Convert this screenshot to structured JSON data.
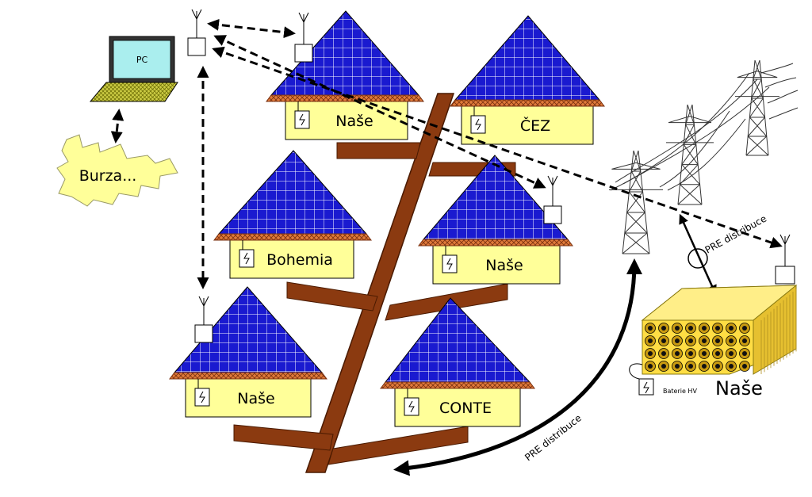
{
  "laptop": {
    "screen_label": "PC"
  },
  "exchange": {
    "label": "Burza..."
  },
  "houses": [
    {
      "label": "Naše"
    },
    {
      "label": "ČEZ"
    },
    {
      "label": "Bohemia"
    },
    {
      "label": "Naše"
    },
    {
      "label": "Naše"
    },
    {
      "label": "CONTE"
    }
  ],
  "grid_link": {
    "label_upper": "PRE distribuce",
    "label_lower": "PRE distribuce"
  },
  "battery": {
    "small_label": "Baterie HV",
    "owner_label": "Naše"
  },
  "colors": {
    "roof": "#1a1ad0",
    "roof_grid": "#ffffff",
    "eaves": "#e07a3a",
    "wall": "#ffff99",
    "trunk": "#8b3a10",
    "laptop_screen": "#aaeeee",
    "laptop_base": "#cccc44",
    "battery": "#ffdd44",
    "cloud": "#ffff99"
  }
}
